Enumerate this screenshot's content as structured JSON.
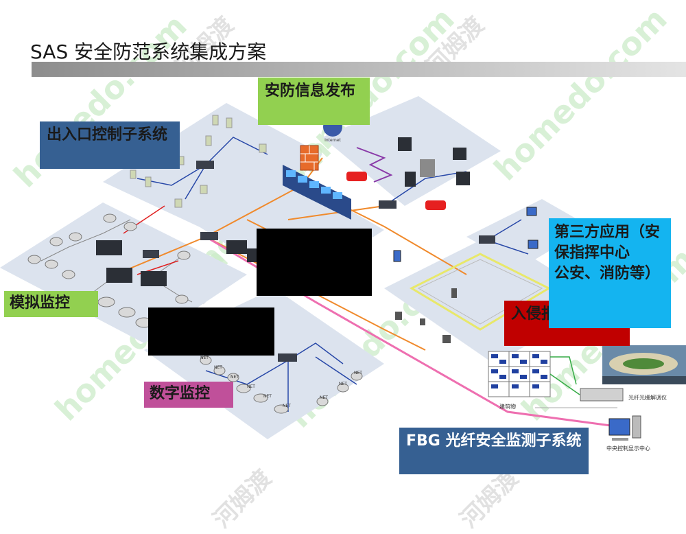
{
  "title": "SAS 安全防范系统集成方案",
  "labels": {
    "info_publish": "安防信息发布",
    "access_control": "出入口控制子系统",
    "analog_monitor": "模拟监控",
    "digital_monitor": "数字监控",
    "third_party": "第三方应用（安保指挥中心\n公安、消防等）",
    "intrusion": "入侵报警子系统",
    "fbg": "FBG 光纤安全监测子系统"
  },
  "device_labels": {
    "internet": "Internet",
    "building": "建筑物",
    "fbg_demodulator": "光纤光栅解调仪",
    "control_center": "中央控制显示中心",
    "net_tag": "NET"
  },
  "watermark": {
    "latin": "homedo.com",
    "chinese": "河姆渡"
  },
  "colors": {
    "info_publish_bg": "#92d050",
    "access_bg": "#366092",
    "analog_bg": "#92d050",
    "digital_bg": "#c0509a",
    "third_party_bg": "#14b4f0",
    "intrusion_bg": "#c00000",
    "fbg_bg": "#366092",
    "platform": "#dce3ee",
    "orange_line": "#f08a2c",
    "pink_line": "#ee6fb0",
    "blue_line": "#2848a8",
    "red_line": "#e02020"
  }
}
